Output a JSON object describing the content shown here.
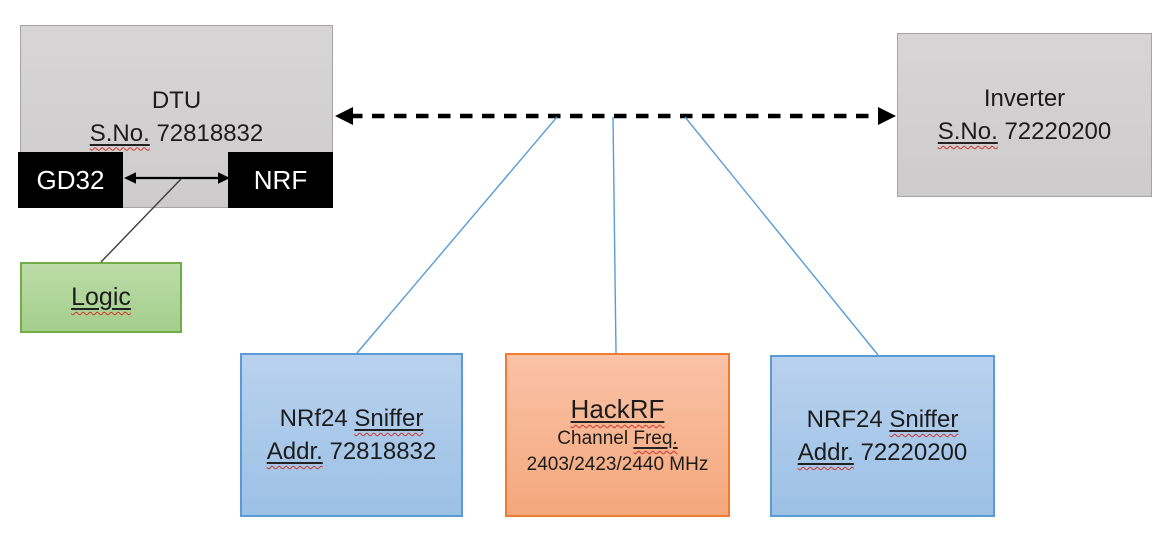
{
  "dtu": {
    "title": "DTU",
    "serial_label": "S.No.",
    "serial_number": "72818832",
    "chip_left": "GD32",
    "chip_right": "NRF"
  },
  "logic": {
    "label": "Logic"
  },
  "inverter": {
    "title": "Inverter",
    "serial_label": "S.No.",
    "serial_number": "72220200"
  },
  "sniffer_left": {
    "title_prefix": "NRf24",
    "title_flagged": "Sniffer",
    "addr_label": "Addr.",
    "addr_value": "72818832"
  },
  "hackrf": {
    "title": "HackRF",
    "freq_label_prefix": "Channel",
    "freq_label_flagged": "Freq.",
    "frequencies": "2403/2423/2440 MHz"
  },
  "sniffer_right": {
    "title_prefix": "NRF24",
    "title_flagged": "Sniffer",
    "addr_label": "Addr.",
    "addr_value": "72220200"
  },
  "colors": {
    "gray_fill": "#D0CECE",
    "gray_border": "#A6A3A3",
    "chip_black": "#000000",
    "green_fill": "#A9D18E",
    "green_border": "#70AD47",
    "blue_fill": "#A8C7E7",
    "blue_border": "#5B9BD5",
    "orange_fill": "#F6AE84",
    "orange_border": "#ED7D31",
    "connector_blue": "#5B9BD5",
    "arrow_black": "#000000",
    "spellcheck_red": "#D0342C"
  }
}
